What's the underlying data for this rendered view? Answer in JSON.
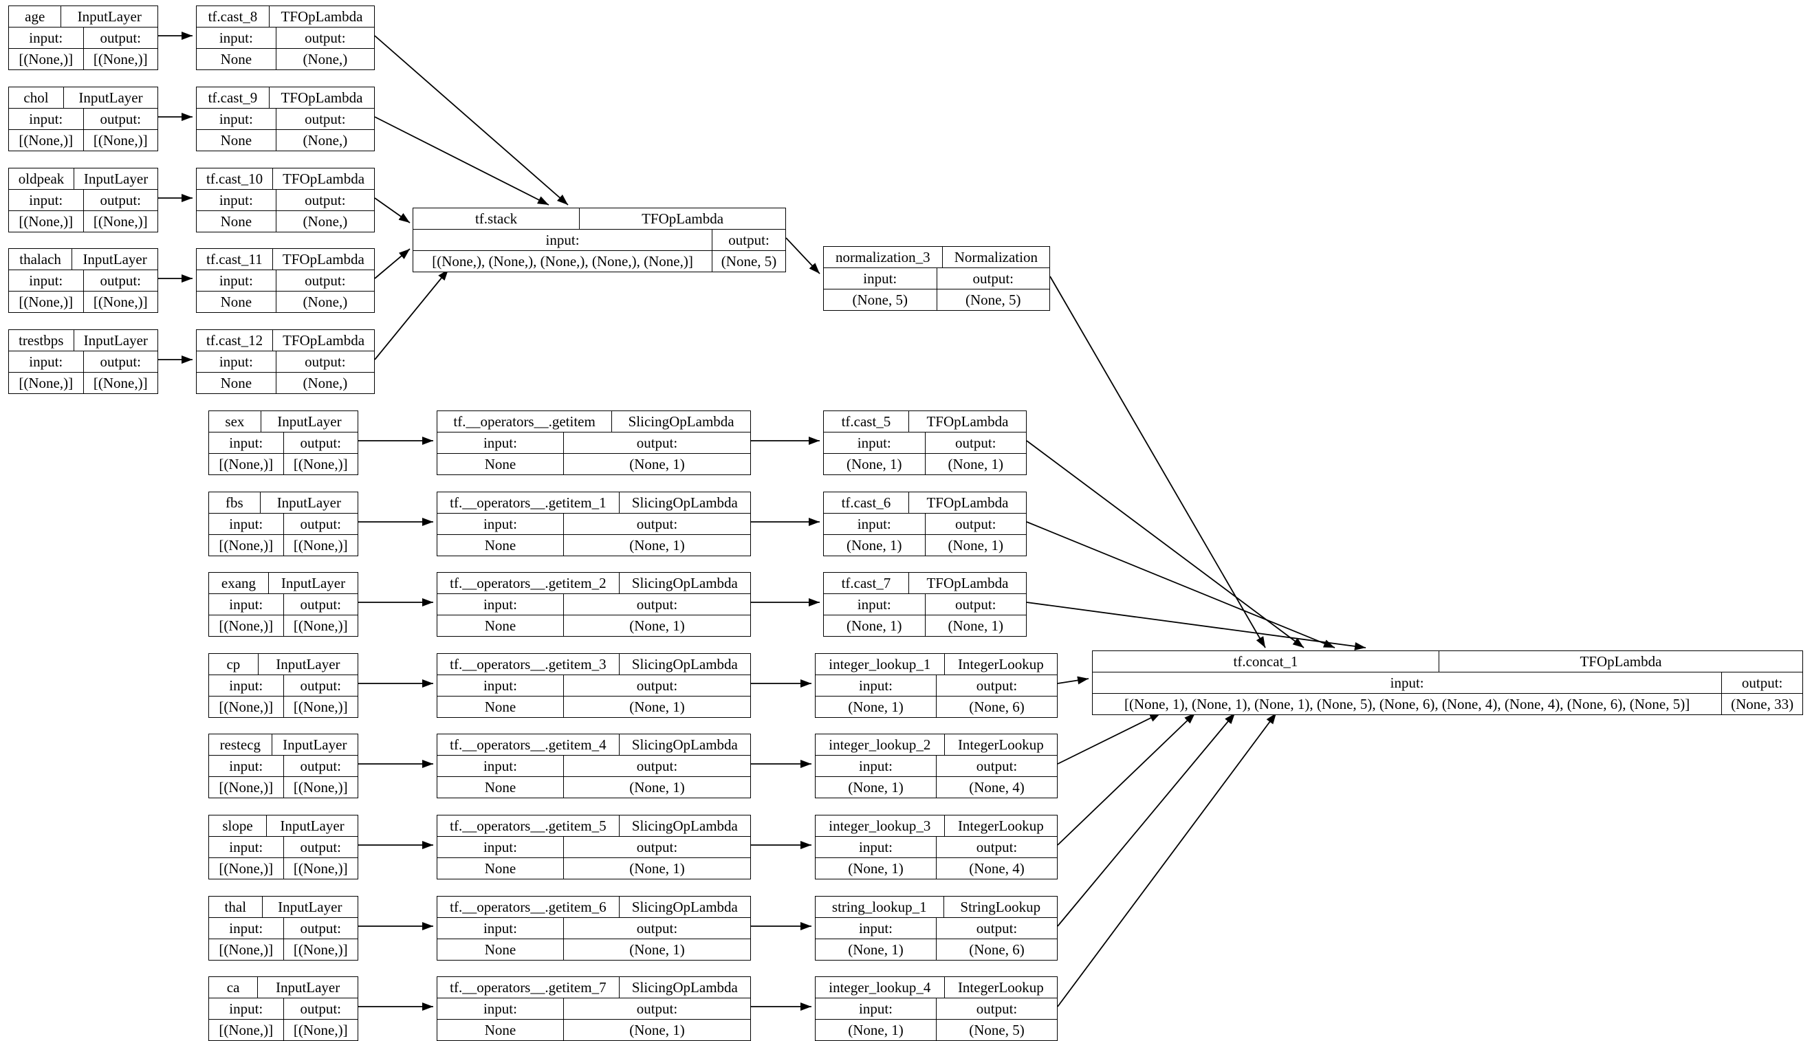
{
  "diagram": {
    "kind": "keras-model-architecture-graph",
    "background": "#ffffff",
    "node_border_color": "#000000",
    "edge_color": "#000000",
    "io_labels": {
      "input": "input:",
      "output": "output:"
    },
    "nodes": {
      "age": {
        "name": "age",
        "type": "InputLayer",
        "in": "[(None,)]",
        "out": "[(None,)]"
      },
      "chol": {
        "name": "chol",
        "type": "InputLayer",
        "in": "[(None,)]",
        "out": "[(None,)]"
      },
      "oldpeak": {
        "name": "oldpeak",
        "type": "InputLayer",
        "in": "[(None,)]",
        "out": "[(None,)]"
      },
      "thalach": {
        "name": "thalach",
        "type": "InputLayer",
        "in": "[(None,)]",
        "out": "[(None,)]"
      },
      "trestbps": {
        "name": "trestbps",
        "type": "InputLayer",
        "in": "[(None,)]",
        "out": "[(None,)]"
      },
      "cast8": {
        "name": "tf.cast_8",
        "type": "TFOpLambda",
        "in": "None",
        "out": "(None,)"
      },
      "cast9": {
        "name": "tf.cast_9",
        "type": "TFOpLambda",
        "in": "None",
        "out": "(None,)"
      },
      "cast10": {
        "name": "tf.cast_10",
        "type": "TFOpLambda",
        "in": "None",
        "out": "(None,)"
      },
      "cast11": {
        "name": "tf.cast_11",
        "type": "TFOpLambda",
        "in": "None",
        "out": "(None,)"
      },
      "cast12": {
        "name": "tf.cast_12",
        "type": "TFOpLambda",
        "in": "None",
        "out": "(None,)"
      },
      "stack": {
        "name": "tf.stack",
        "type": "TFOpLambda",
        "in": "[(None,), (None,), (None,), (None,), (None,)]",
        "out": "(None, 5)"
      },
      "norm3": {
        "name": "normalization_3",
        "type": "Normalization",
        "in": "(None, 5)",
        "out": "(None, 5)"
      },
      "sex": {
        "name": "sex",
        "type": "InputLayer",
        "in": "[(None,)]",
        "out": "[(None,)]"
      },
      "fbs": {
        "name": "fbs",
        "type": "InputLayer",
        "in": "[(None,)]",
        "out": "[(None,)]"
      },
      "exang": {
        "name": "exang",
        "type": "InputLayer",
        "in": "[(None,)]",
        "out": "[(None,)]"
      },
      "cp": {
        "name": "cp",
        "type": "InputLayer",
        "in": "[(None,)]",
        "out": "[(None,)]"
      },
      "restecg": {
        "name": "restecg",
        "type": "InputLayer",
        "in": "[(None,)]",
        "out": "[(None,)]"
      },
      "slope": {
        "name": "slope",
        "type": "InputLayer",
        "in": "[(None,)]",
        "out": "[(None,)]"
      },
      "thal": {
        "name": "thal",
        "type": "InputLayer",
        "in": "[(None,)]",
        "out": "[(None,)]"
      },
      "ca": {
        "name": "ca",
        "type": "InputLayer",
        "in": "[(None,)]",
        "out": "[(None,)]"
      },
      "getitem0": {
        "name": "tf.__operators__.getitem",
        "type": "SlicingOpLambda",
        "in": "None",
        "out": "(None, 1)"
      },
      "getitem1": {
        "name": "tf.__operators__.getitem_1",
        "type": "SlicingOpLambda",
        "in": "None",
        "out": "(None, 1)"
      },
      "getitem2": {
        "name": "tf.__operators__.getitem_2",
        "type": "SlicingOpLambda",
        "in": "None",
        "out": "(None, 1)"
      },
      "getitem3": {
        "name": "tf.__operators__.getitem_3",
        "type": "SlicingOpLambda",
        "in": "None",
        "out": "(None, 1)"
      },
      "getitem4": {
        "name": "tf.__operators__.getitem_4",
        "type": "SlicingOpLambda",
        "in": "None",
        "out": "(None, 1)"
      },
      "getitem5": {
        "name": "tf.__operators__.getitem_5",
        "type": "SlicingOpLambda",
        "in": "None",
        "out": "(None, 1)"
      },
      "getitem6": {
        "name": "tf.__operators__.getitem_6",
        "type": "SlicingOpLambda",
        "in": "None",
        "out": "(None, 1)"
      },
      "getitem7": {
        "name": "tf.__operators__.getitem_7",
        "type": "SlicingOpLambda",
        "in": "None",
        "out": "(None, 1)"
      },
      "cast5": {
        "name": "tf.cast_5",
        "type": "TFOpLambda",
        "in": "(None, 1)",
        "out": "(None, 1)"
      },
      "cast6": {
        "name": "tf.cast_6",
        "type": "TFOpLambda",
        "in": "(None, 1)",
        "out": "(None, 1)"
      },
      "cast7": {
        "name": "tf.cast_7",
        "type": "TFOpLambda",
        "in": "(None, 1)",
        "out": "(None, 1)"
      },
      "il1": {
        "name": "integer_lookup_1",
        "type": "IntegerLookup",
        "in": "(None, 1)",
        "out": "(None, 6)"
      },
      "il2": {
        "name": "integer_lookup_2",
        "type": "IntegerLookup",
        "in": "(None, 1)",
        "out": "(None, 4)"
      },
      "il3": {
        "name": "integer_lookup_3",
        "type": "IntegerLookup",
        "in": "(None, 1)",
        "out": "(None, 4)"
      },
      "sl1": {
        "name": "string_lookup_1",
        "type": "StringLookup",
        "in": "(None, 1)",
        "out": "(None, 6)"
      },
      "il4": {
        "name": "integer_lookup_4",
        "type": "IntegerLookup",
        "in": "(None, 1)",
        "out": "(None, 5)"
      },
      "concat1": {
        "name": "tf.concat_1",
        "type": "TFOpLambda",
        "in": "[(None, 1), (None, 1), (None, 1), (None, 5), (None, 6), (None, 4), (None, 4), (None, 6), (None, 5)]",
        "out": "(None, 33)"
      }
    },
    "edges": [
      [
        "age",
        "tf.cast_8"
      ],
      [
        "chol",
        "tf.cast_9"
      ],
      [
        "oldpeak",
        "tf.cast_10"
      ],
      [
        "thalach",
        "tf.cast_11"
      ],
      [
        "trestbps",
        "tf.cast_12"
      ],
      [
        "tf.cast_8",
        "tf.stack"
      ],
      [
        "tf.cast_9",
        "tf.stack"
      ],
      [
        "tf.cast_10",
        "tf.stack"
      ],
      [
        "tf.cast_11",
        "tf.stack"
      ],
      [
        "tf.cast_12",
        "tf.stack"
      ],
      [
        "tf.stack",
        "normalization_3"
      ],
      [
        "normalization_3",
        "tf.concat_1"
      ],
      [
        "sex",
        "tf.__operators__.getitem"
      ],
      [
        "tf.__operators__.getitem",
        "tf.cast_5"
      ],
      [
        "tf.cast_5",
        "tf.concat_1"
      ],
      [
        "fbs",
        "tf.__operators__.getitem_1"
      ],
      [
        "tf.__operators__.getitem_1",
        "tf.cast_6"
      ],
      [
        "tf.cast_6",
        "tf.concat_1"
      ],
      [
        "exang",
        "tf.__operators__.getitem_2"
      ],
      [
        "tf.__operators__.getitem_2",
        "tf.cast_7"
      ],
      [
        "tf.cast_7",
        "tf.concat_1"
      ],
      [
        "cp",
        "tf.__operators__.getitem_3"
      ],
      [
        "tf.__operators__.getitem_3",
        "integer_lookup_1"
      ],
      [
        "integer_lookup_1",
        "tf.concat_1"
      ],
      [
        "restecg",
        "tf.__operators__.getitem_4"
      ],
      [
        "tf.__operators__.getitem_4",
        "integer_lookup_2"
      ],
      [
        "integer_lookup_2",
        "tf.concat_1"
      ],
      [
        "slope",
        "tf.__operators__.getitem_5"
      ],
      [
        "tf.__operators__.getitem_5",
        "integer_lookup_3"
      ],
      [
        "integer_lookup_3",
        "tf.concat_1"
      ],
      [
        "thal",
        "tf.__operators__.getitem_6"
      ],
      [
        "tf.__operators__.getitem_6",
        "string_lookup_1"
      ],
      [
        "string_lookup_1",
        "tf.concat_1"
      ],
      [
        "ca",
        "tf.__operators__.getitem_7"
      ],
      [
        "tf.__operators__.getitem_7",
        "integer_lookup_4"
      ],
      [
        "integer_lookup_4",
        "tf.concat_1"
      ]
    ]
  }
}
